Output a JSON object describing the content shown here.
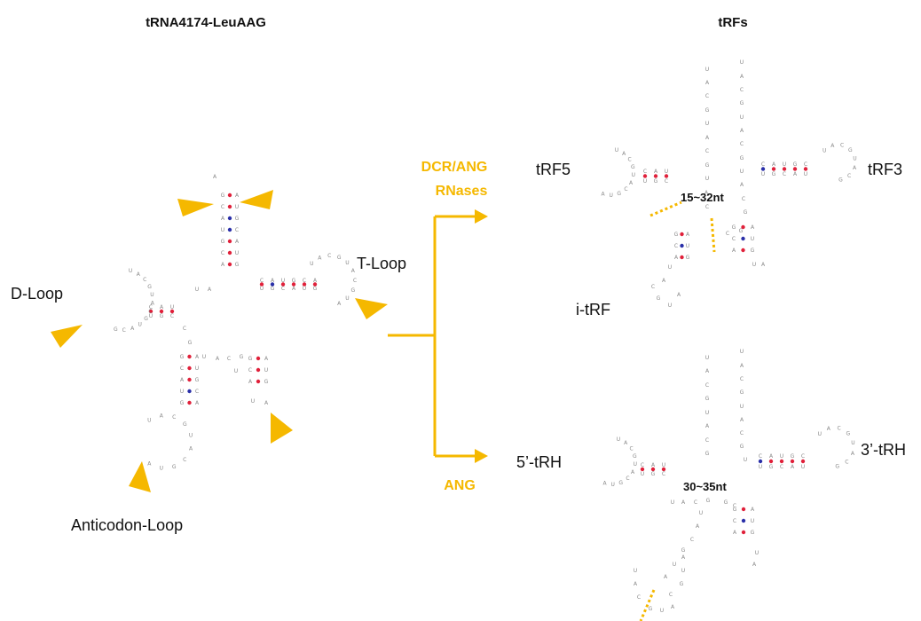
{
  "titles": {
    "left": "tRNA4174-LeuAAG",
    "right": "tRFs"
  },
  "labels": {
    "d_loop": "D-Loop",
    "t_loop": "T-Loop",
    "anticodon_loop": "Anticodon-Loop",
    "trf5": "tRF5",
    "trf3": "tRF3",
    "i_trf": "i-tRF",
    "tRH5": "5’-tRH",
    "tRH3": "3’-tRH"
  },
  "enzymes": {
    "upper_line1": "DCR/ANG",
    "upper_line2": "RNases",
    "lower": "ANG"
  },
  "lengths": {
    "trf": "15~32nt",
    "trh": "30~35nt"
  },
  "colors": {
    "accent": "#f5b800",
    "pair_gc": "#e0203a",
    "pair_au": "#2a2fa8",
    "text": "#111111"
  }
}
